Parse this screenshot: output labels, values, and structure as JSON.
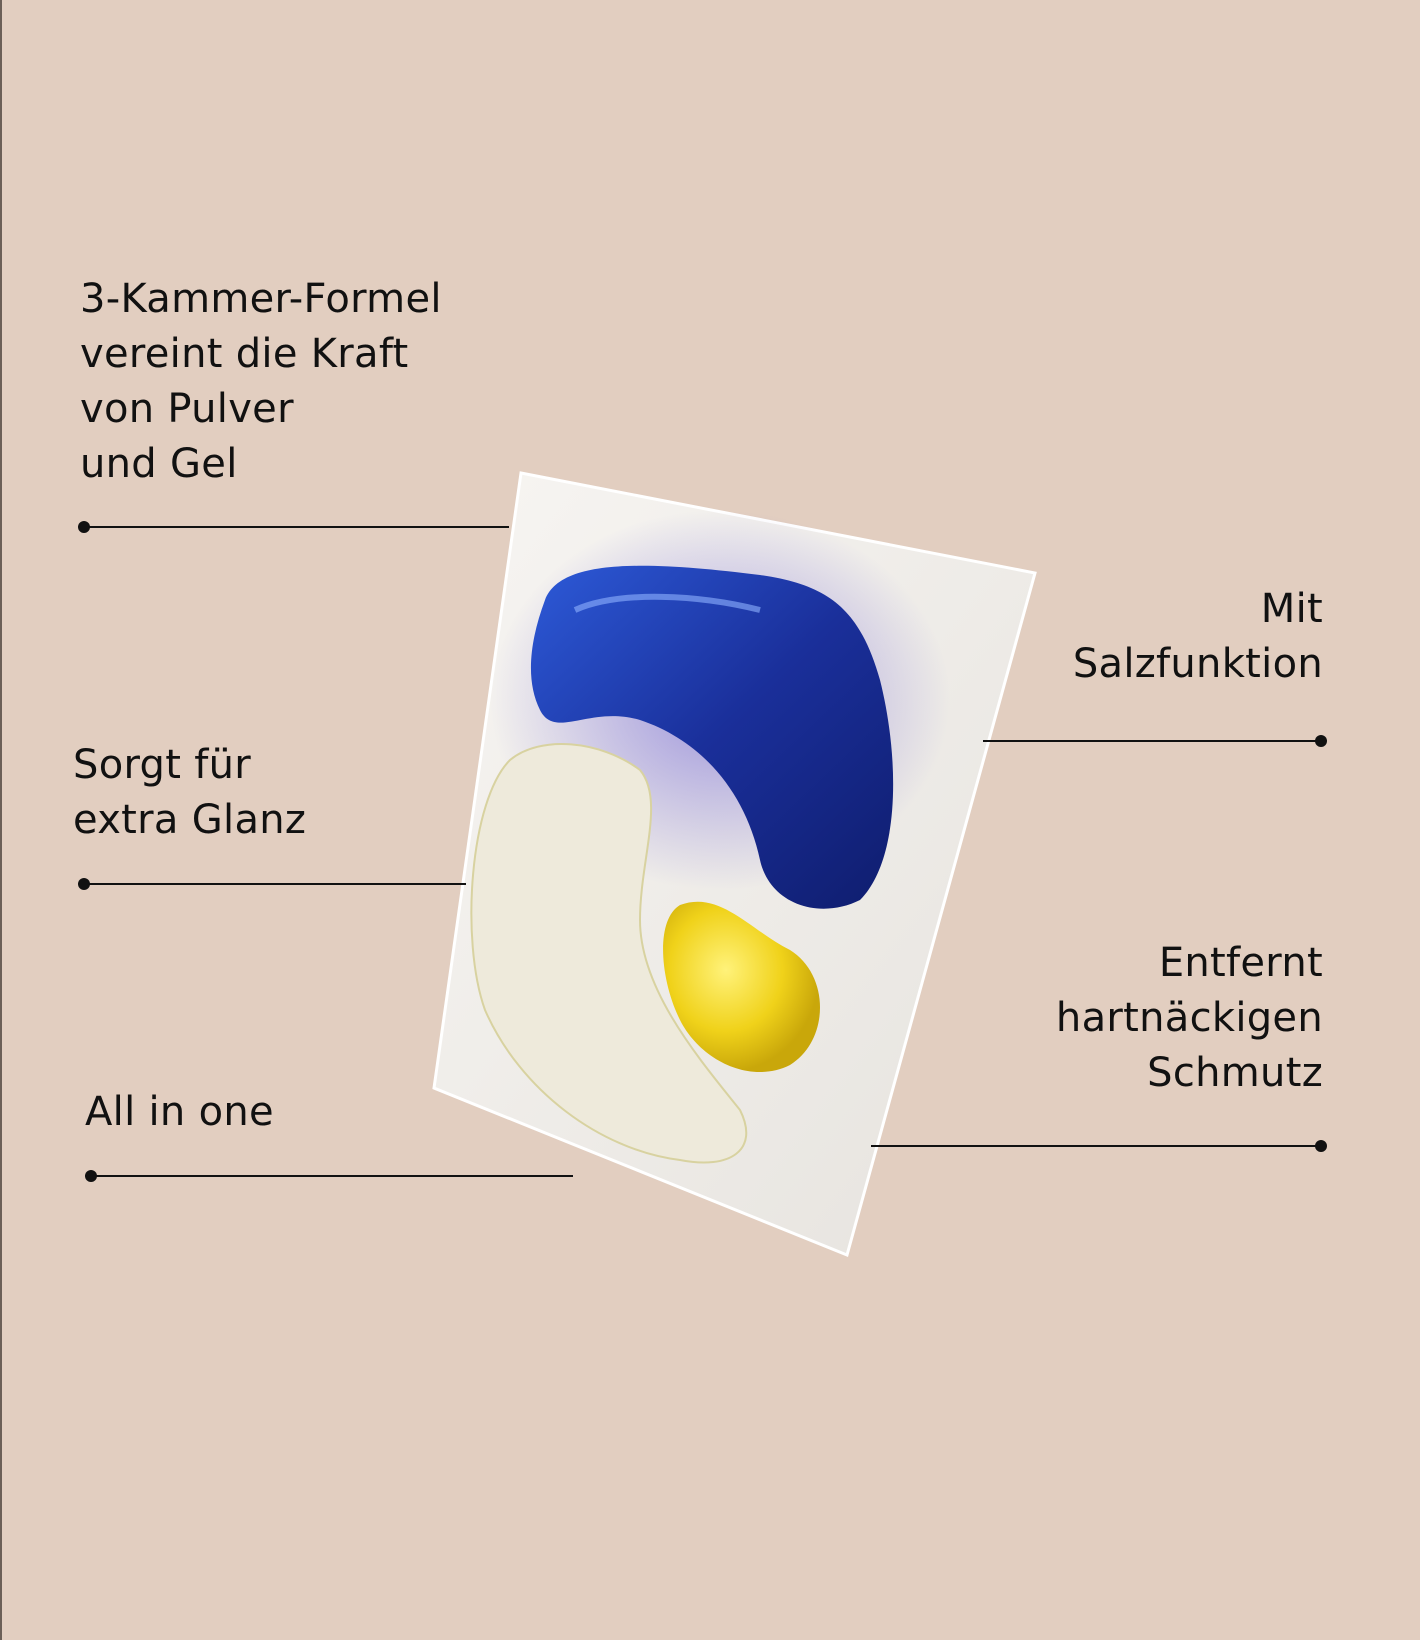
{
  "features": {
    "formula": [
      "3-Kammer-Formel",
      "vereint die Kraft",
      "von Pulver",
      "und Gel"
    ],
    "shine": [
      "Sorgt für",
      "extra Glanz"
    ],
    "all_in_one": [
      "All in one"
    ],
    "salt": [
      "Mit",
      "Salzfunktion"
    ],
    "dirt": [
      "Entfernt",
      "hartnäckigen",
      "Schmutz"
    ]
  },
  "colors": {
    "background": "#e2cec0",
    "gel_blue": "#1a2f9a",
    "gel_yellow": "#f0d21a",
    "powder": "#eeeadb"
  }
}
